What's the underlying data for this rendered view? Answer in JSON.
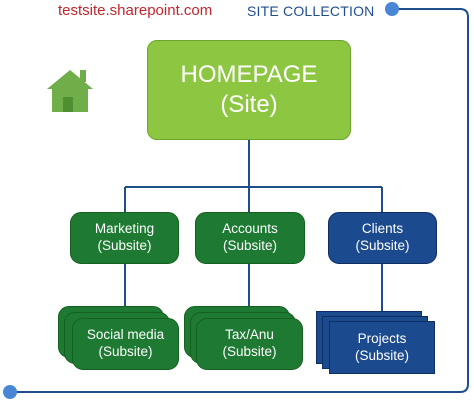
{
  "header": {
    "site_url": "testsite.sharepoint.com",
    "site_collection": "SITE COLLECTION"
  },
  "home_icon": "house-icon",
  "homepage": {
    "title": "HOMEPAGE",
    "subtitle": "(Site)"
  },
  "subsites": [
    {
      "title": "Marketing",
      "subtitle": "(Subsite)"
    },
    {
      "title": "Accounts",
      "subtitle": "(Subsite)"
    },
    {
      "title": "Clients",
      "subtitle": "(Subsite)"
    }
  ],
  "children": [
    {
      "title": "Social media",
      "subtitle": "(Subsite)"
    },
    {
      "title": "Tax/Anu",
      "subtitle": "(Subsite)"
    },
    {
      "title": "Projects",
      "subtitle": "(Subsite)"
    }
  ],
  "colors": {
    "site": "#8dc641",
    "subsite_green": "#1e7a32",
    "subsite_blue": "#1c4a8f",
    "connector": "#1f4e8c",
    "url_text": "#c0262d"
  }
}
